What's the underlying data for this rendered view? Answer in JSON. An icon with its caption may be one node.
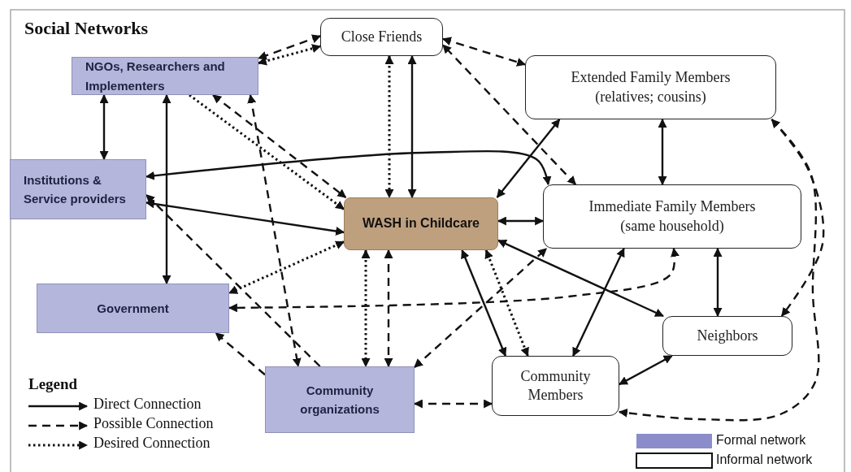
{
  "diagram": {
    "title": "Social Networks",
    "nodes": [
      {
        "text": [
          "Close Friends"
        ]
      },
      {
        "text": [
          "NGOs, Researchers and Implementers"
        ]
      },
      {
        "text": [
          "Extended Family Members (relatives; cousins)"
        ]
      },
      {
        "text": [
          "Institutions & Service providers"
        ]
      },
      {
        "text": [
          "WASH in Childcare"
        ]
      },
      {
        "text": [
          "Immediate Family Members (same household)"
        ]
      },
      {
        "text": [
          "Government"
        ]
      },
      {
        "text": [
          "Neighbors"
        ]
      },
      {
        "text": [
          "Community organizations"
        ]
      },
      {
        "text": [
          "Community Members"
        ]
      }
    ],
    "edges": [
      {
        "from": 0,
        "to": 1,
        "arrow": "both",
        "style": "dashed"
      },
      {
        "from": 1,
        "to": 0,
        "arrow": "both",
        "style": "dashed"
      },
      {
        "from": 0,
        "to": 4,
        "arrow": "both",
        "style": "dashed"
      },
      {
        "from": 0,
        "to": 4,
        "arrow": "both"
      },
      {
        "from": 0,
        "to": 2,
        "arrow": "both",
        "style": "dashed"
      },
      {
        "from": 5,
        "to": 0,
        "arrow": "both",
        "style": "dashed"
      },
      {
        "from": 1,
        "to": 3,
        "arrow": "both"
      },
      {
        "from": 1,
        "to": 6,
        "arrow": "both"
      },
      {
        "from": 1,
        "to": 4,
        "arrow": "to",
        "style": "dashed"
      },
      {
        "from": 1,
        "to": 4,
        "arrow": "both",
        "style": "dashed"
      },
      {
        "from": 1,
        "to": 8,
        "arrow": "both",
        "style": "dashed"
      },
      {
        "from": 5,
        "to": 3,
        "arrow": "both"
      },
      {
        "from": 3,
        "to": 4,
        "arrow": "both"
      },
      {
        "from": 8,
        "to": 3,
        "arrow": "to",
        "style": "dashed"
      },
      {
        "from": 4,
        "to": 6,
        "arrow": "both",
        "style": "dashed"
      },
      {
        "from": 5,
        "to": 6,
        "arrow": "both",
        "style": "dashed"
      },
      {
        "from": 8,
        "to": 6,
        "arrow": "to",
        "style": "dashed"
      },
      {
        "from": 4,
        "to": 8,
        "arrow": "both",
        "style": "dashed"
      },
      {
        "from": 4,
        "to": 8,
        "arrow": "both",
        "style": "dashed"
      },
      {
        "from": 4,
        "to": 2,
        "arrow": "both"
      },
      {
        "from": 4,
        "to": 5,
        "arrow": "both"
      },
      {
        "from": 4,
        "to": 9,
        "arrow": "both"
      },
      {
        "from": 4,
        "to": 9,
        "arrow": "both",
        "style": "dashed"
      },
      {
        "from": 4,
        "to": 7,
        "arrow": "both"
      },
      {
        "from": 8,
        "to": 5,
        "arrow": "both",
        "style": "dashed"
      },
      {
        "from": 8,
        "to": 9,
        "arrow": "both",
        "style": "dashed"
      },
      {
        "from": 9,
        "to": 5,
        "arrow": "both"
      },
      {
        "from": 9,
        "to": 7,
        "arrow": "both"
      },
      {
        "from": 2,
        "to": 5,
        "arrow": "both"
      },
      {
        "from": 5,
        "to": 7,
        "arrow": "both"
      },
      {
        "from": 2,
        "to": 7,
        "arrow": "both",
        "style": "dashed"
      },
      {
        "from": 2,
        "to": 9,
        "arrow": "to",
        "style": "dashed"
      }
    ],
    "labels": [
      "Legend"
    ],
    "legend": [
      {
        "text": "Direct Connection"
      },
      {
        "text": "Possible Connection"
      },
      {
        "text": "Desired Connection"
      },
      {
        "text": "Formal network",
        "color": "#8b8dca"
      },
      {
        "text": "Informal network"
      }
    ]
  }
}
